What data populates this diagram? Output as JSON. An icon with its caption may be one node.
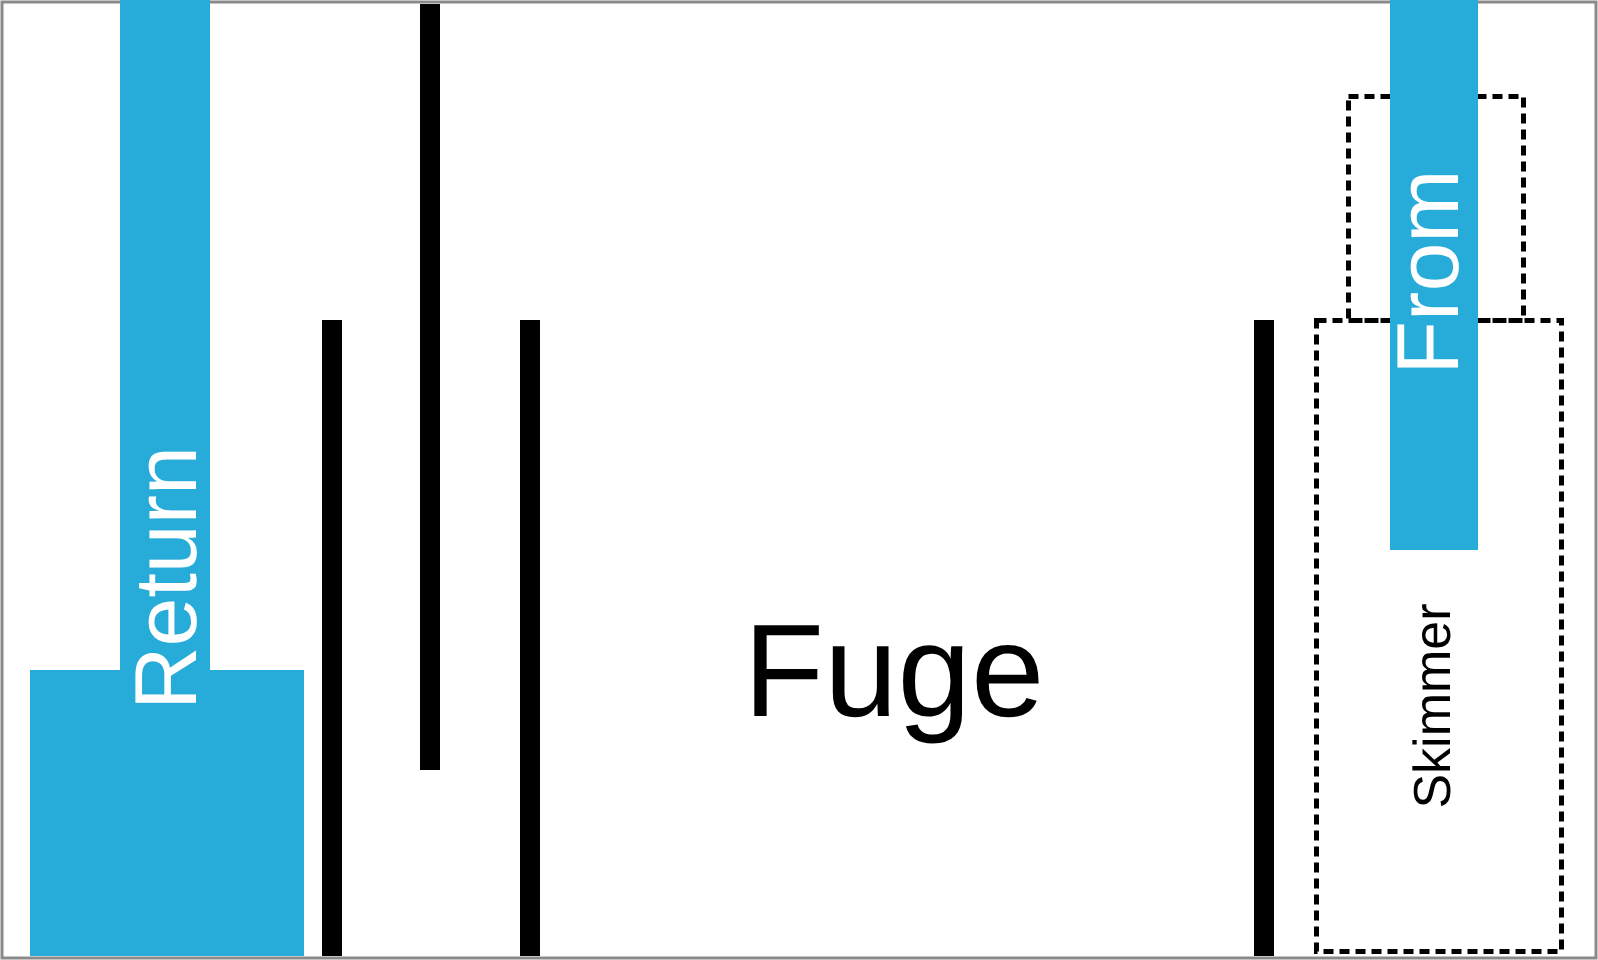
{
  "diagram": {
    "nodes": [
      {
        "text": [
          "Return"
        ]
      },
      {
        "text": [
          "From"
        ]
      },
      {
        "text": [
          "Skimmer"
        ]
      }
    ],
    "labels": [
      "Fuge"
    ]
  }
}
